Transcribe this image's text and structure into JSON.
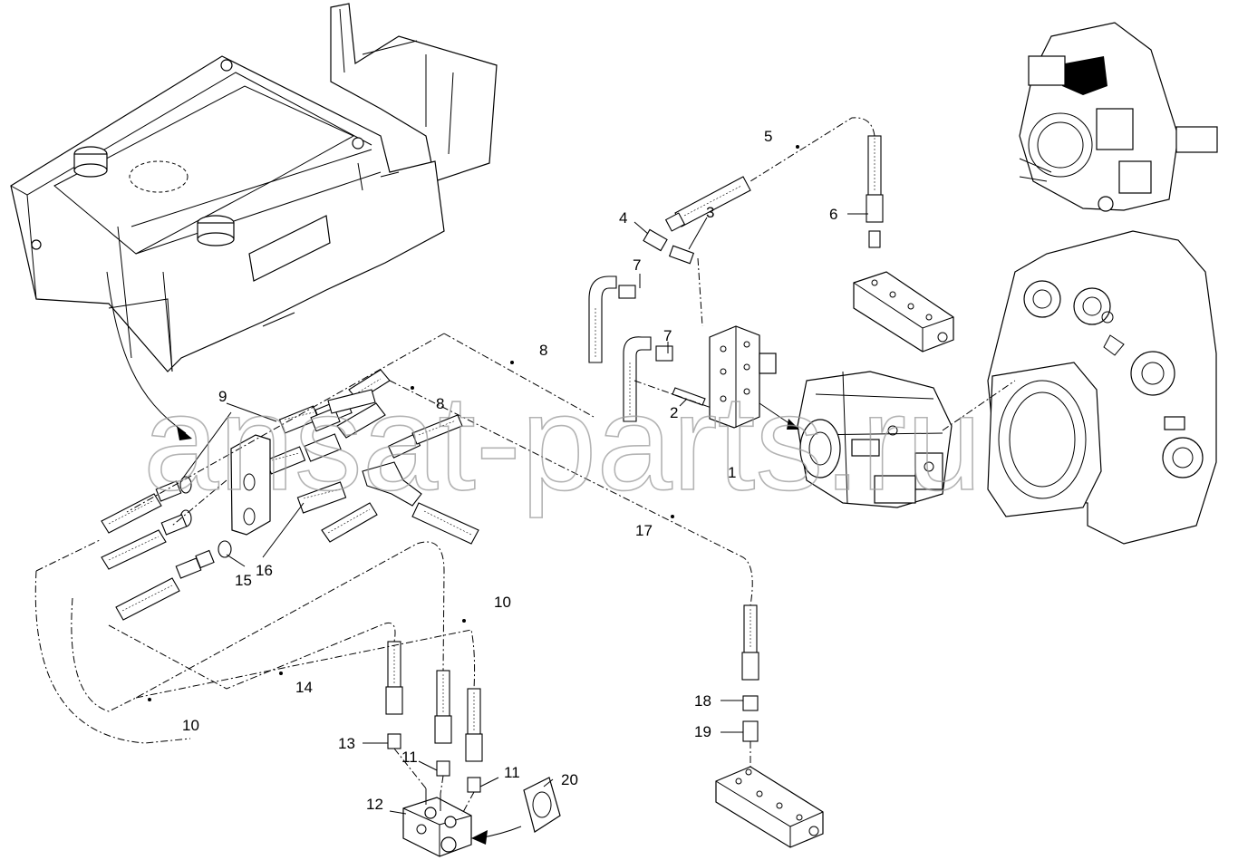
{
  "watermark": "ansat-parts.ru",
  "corner_mark": "",
  "callouts": {
    "c1": "1",
    "c2": "2",
    "c3": "3",
    "c4": "4",
    "c5": "5",
    "c6": "6",
    "c7a": "7",
    "c7b": "7",
    "c8a": "8",
    "c8b": "8",
    "c9": "9",
    "c10a": "10",
    "c10b": "10",
    "c11a": "11",
    "c11b": "11",
    "c12": "12",
    "c13": "13",
    "c14": "14",
    "c15": "15",
    "c16": "16",
    "c17": "17",
    "c18": "18",
    "c19": "19",
    "c20": "20"
  },
  "icons": {
    "frame": "machine-frame-icon",
    "pump": "hydraulic-pump-icon",
    "gearbox": "gearbox-housing-icon",
    "manifold": "manifold-block-icon",
    "hose": "hydraulic-hose-icon",
    "thumbnail": "assembly-thumbnail-icon"
  }
}
